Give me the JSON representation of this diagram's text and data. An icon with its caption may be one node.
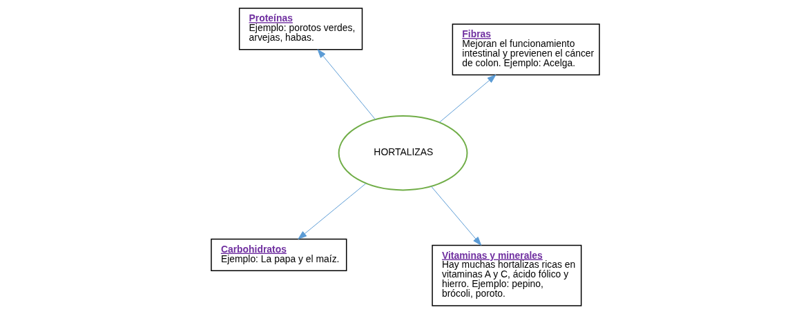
{
  "diagram": {
    "nodes": [
      {
        "text": [
          "Carbohidratos",
          "Ejemplo: La papa y el maíz."
        ]
      },
      {
        "text": [
          "Vitaminas y minerales",
          "Hay muchas hortalizas ricas en vitaminas A y C, ácido fólico y hierro. Ejemplo: pepino, brócoli, poroto."
        ]
      },
      {
        "text": [
          "HORTALIZAS"
        ]
      },
      {
        "text": [
          "Proteínas",
          "Ejemplo: porotos verdes, arvejas, habas."
        ]
      },
      {
        "text": [
          "Fibras",
          "Mejoran el funcionamiento intestinal y previenen el cáncer de colon. Ejemplo: Acelga."
        ]
      }
    ],
    "edges": [
      {
        "from": 2,
        "to": 0,
        "arrow": "to"
      },
      {
        "from": 2,
        "to": 1,
        "arrow": "to"
      },
      {
        "from": 2,
        "to": 3,
        "arrow": "to"
      },
      {
        "from": 2,
        "to": 4,
        "arrow": "to"
      }
    ]
  }
}
